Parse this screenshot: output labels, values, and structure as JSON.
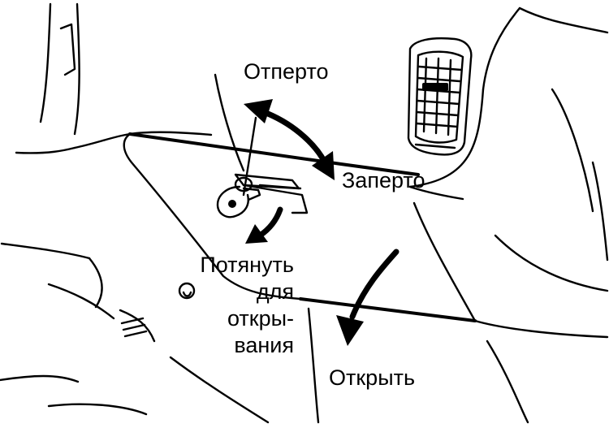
{
  "labels": {
    "unlocked": "Отперто",
    "locked": "Заперто",
    "pull_line1": "Потянуть",
    "pull_line2": "для",
    "pull_line3": "откры-",
    "pull_line4": "вания",
    "open": "Открыть"
  },
  "colors": {
    "ink": "#000000",
    "background": "#ffffff"
  },
  "icons": [
    "key-icon",
    "air-vent",
    "rotate-arrow",
    "pull-arrow",
    "open-arrow"
  ]
}
